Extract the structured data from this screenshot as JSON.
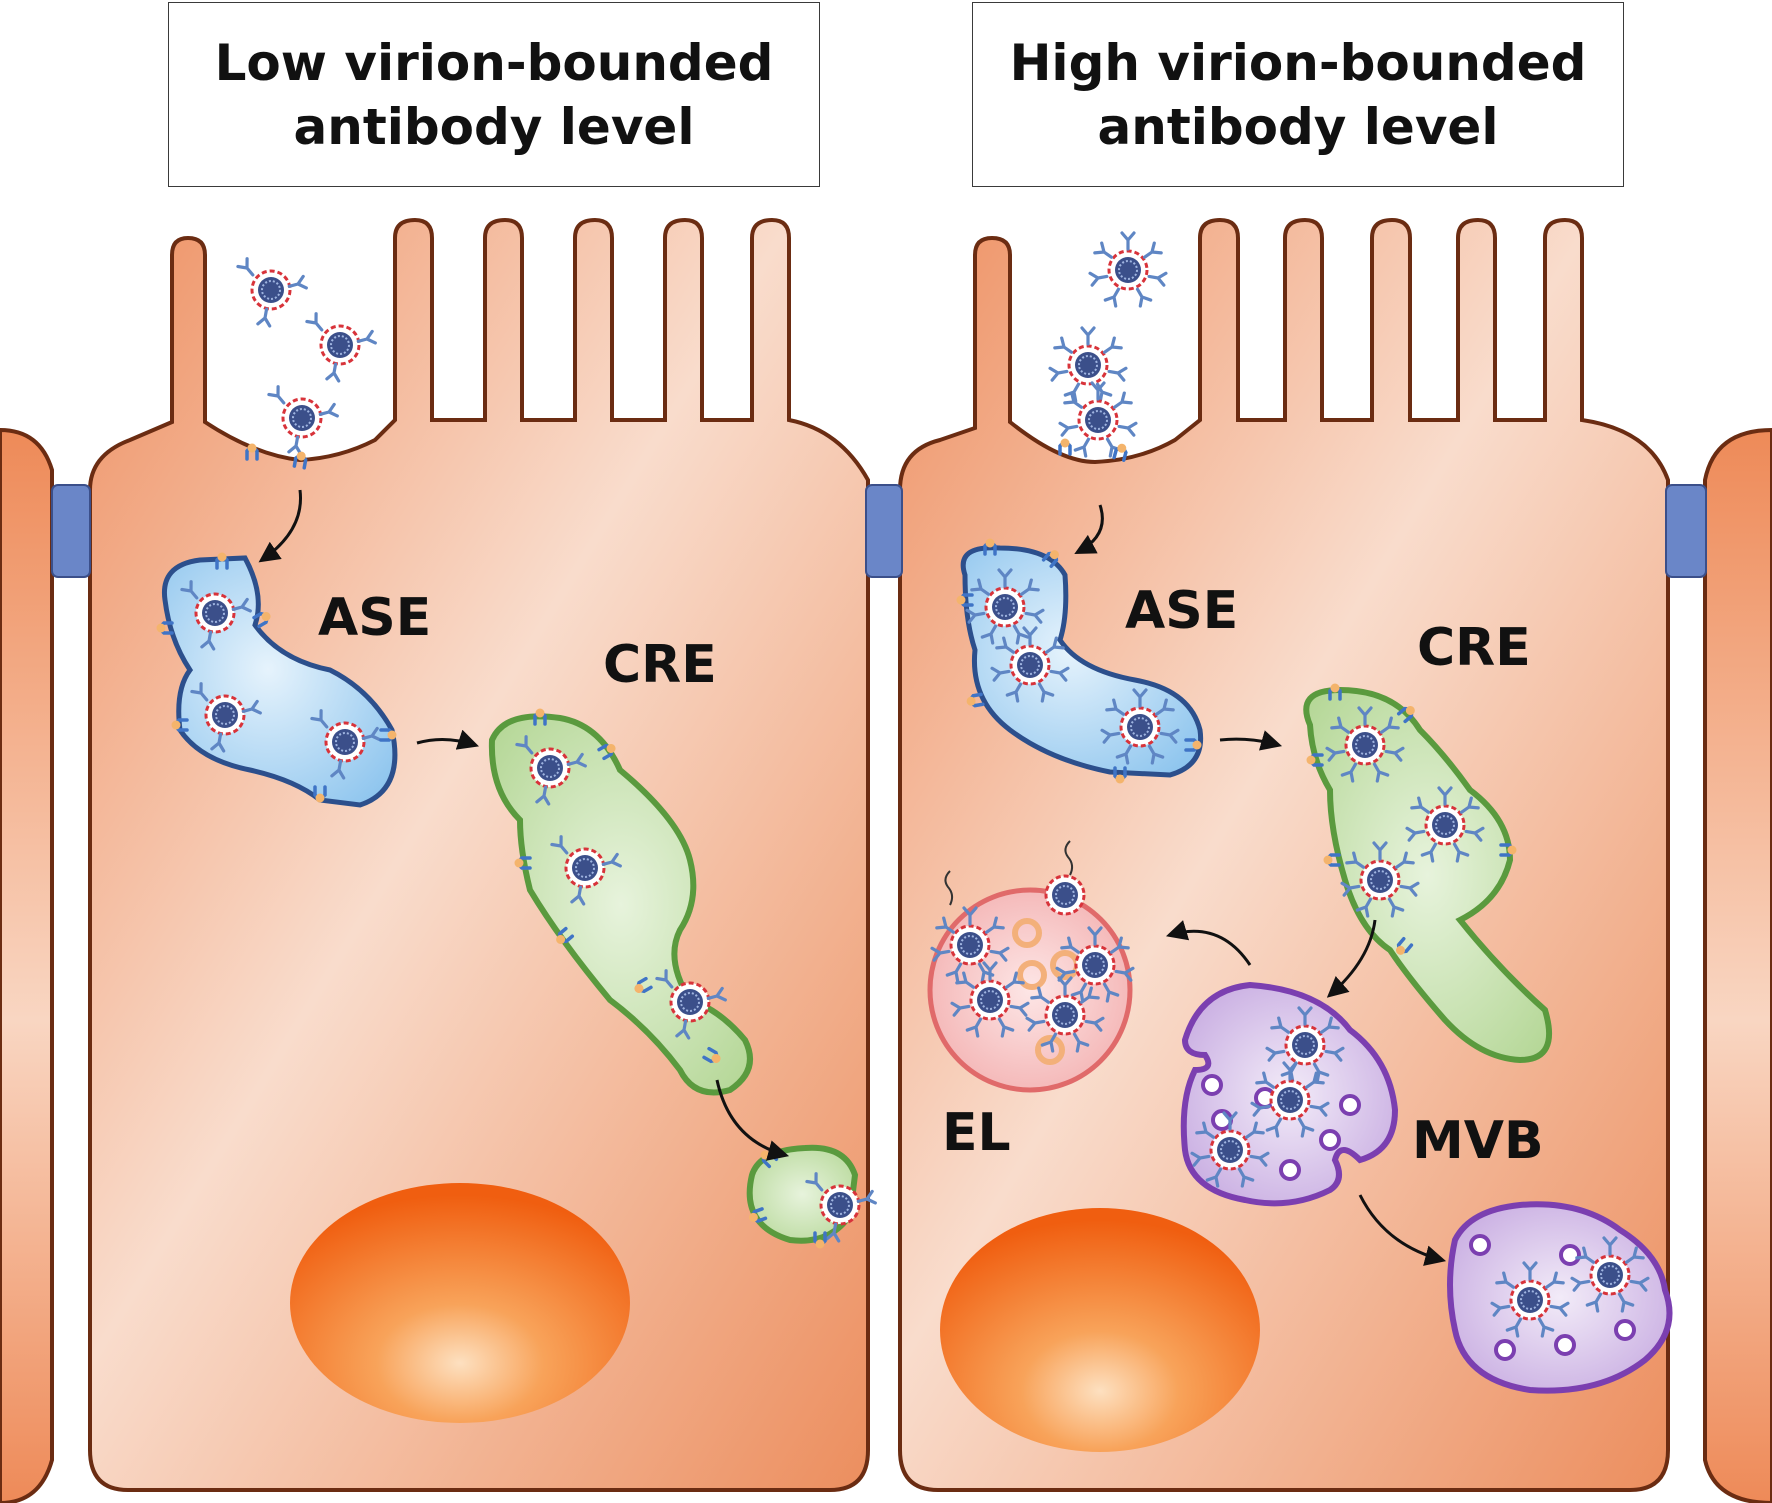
{
  "titles": {
    "left": "Low virion-bounded\nantibody level",
    "right": "High virion-bounded\nantibody level"
  },
  "labels": {
    "left_ase": "ASE",
    "left_cre": "CRE",
    "right_ase": "ASE",
    "right_cre": "CRE",
    "right_el": "EL",
    "right_mvb": "MVB"
  },
  "colors": {
    "cell_fill": "#f0a37e",
    "cell_outline": "#6b2c12",
    "nucleus": "#f26a1b",
    "ase_fill": "#a9d3f2",
    "ase_outline": "#2c4f8c",
    "cre_fill": "#c4dfae",
    "cre_outline": "#5a9a3e",
    "el_fill": "#f7c7c7",
    "el_outline": "#e06a6a",
    "mvb_fill": "#dcc8ec",
    "mvb_outline": "#7b3fb0",
    "tight_junction": "#6a86c8",
    "virion_core": "#3b4f8a",
    "virion_envelope": "#d8333a",
    "antibody": "#6f96d1"
  }
}
